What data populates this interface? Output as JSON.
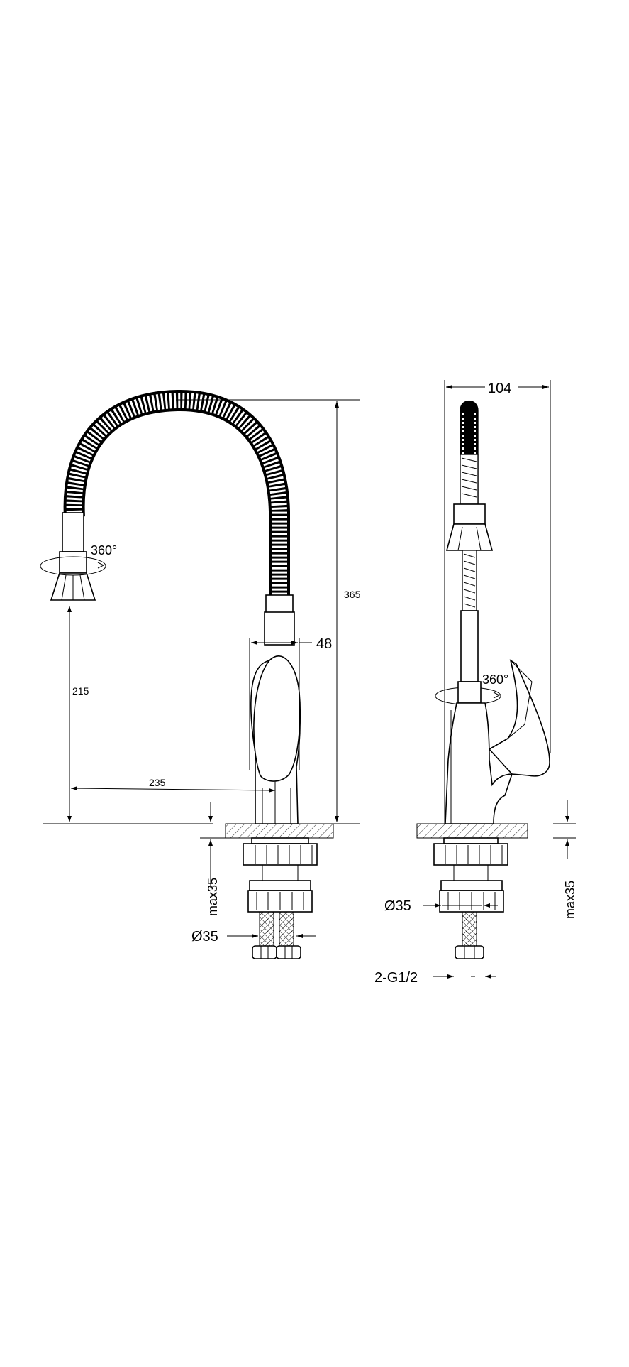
{
  "front_view": {
    "rotation_label": "360°",
    "height_label": "365",
    "width_label": "48",
    "spout_height_label": "215",
    "reach_label": "235",
    "max_thickness_label": "max35",
    "hole_diameter_label": "Ø35"
  },
  "side_view": {
    "depth_label": "104",
    "rotation_label": "360°",
    "hole_diameter_label": "Ø35",
    "max_thickness_label": "max35",
    "connection_label": "2-G1/2"
  }
}
